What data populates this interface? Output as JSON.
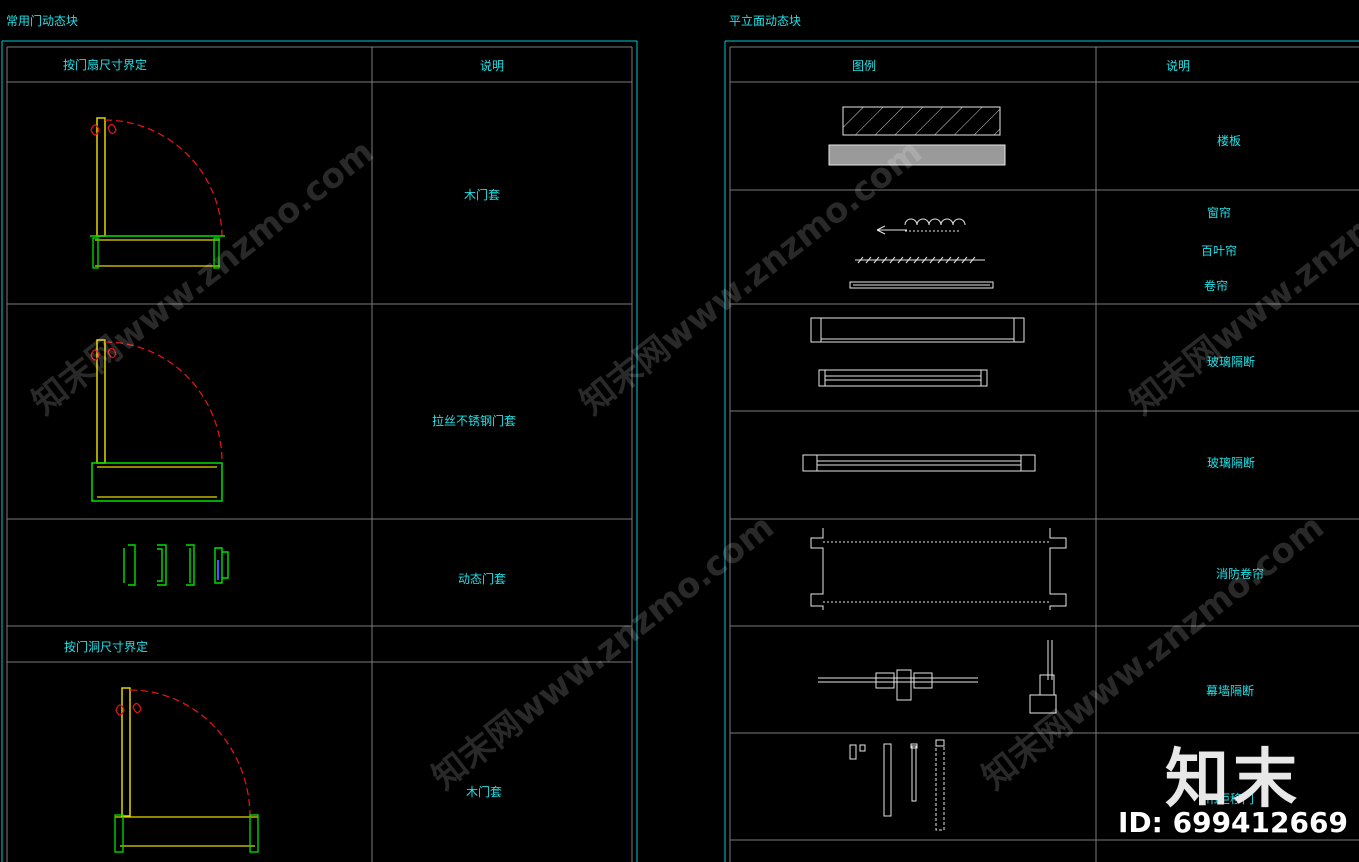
{
  "left_panel": {
    "title": "常用门动态块",
    "section1_header": "按门扇尺寸界定",
    "desc_header": "说明",
    "rows": [
      {
        "desc": "木门套"
      },
      {
        "desc": "拉丝不锈钢门套"
      },
      {
        "desc": "动态门套"
      }
    ],
    "section2_header": "按门洞尺寸界定",
    "rows2": [
      {
        "desc": "木门套"
      }
    ]
  },
  "right_panel": {
    "title": "平立面动态块",
    "legend_header": "图例",
    "desc_header": "说明",
    "rows": [
      {
        "desc": "楼板"
      },
      {
        "desc1": "窗帘",
        "desc2": "百叶帘",
        "desc3": "卷帘"
      },
      {
        "desc": "玻璃隔断"
      },
      {
        "desc": "玻璃隔断"
      },
      {
        "desc": "消防卷帘"
      },
      {
        "desc": "幕墙隔断"
      },
      {
        "desc": "吊柜移门"
      }
    ]
  },
  "watermark": {
    "text": "知末网www.znzmo.com",
    "brand": "知末",
    "id_label": "ID: 699412669"
  },
  "colors": {
    "background": "#000000",
    "frame": "#00c8d2",
    "grid": "#7a7a7a",
    "text": "#22e0e6",
    "door_leaf": "#e6d600",
    "swing_arc": "#e01414",
    "jamb": "#00e000",
    "line_white": "#e6e6e6"
  }
}
